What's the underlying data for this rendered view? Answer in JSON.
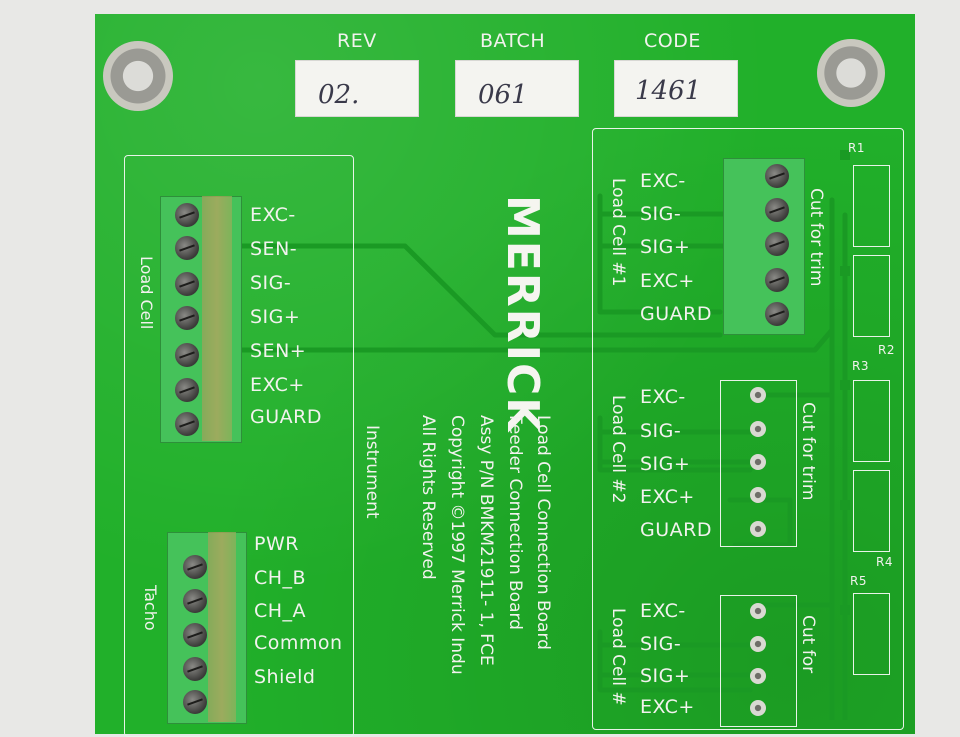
{
  "header_labels": {
    "rev": "REV",
    "batch": "BATCH",
    "code": "CODE",
    "rev_value": "02.",
    "batch_value": "061",
    "code_value": "1461"
  },
  "load_cell_block": {
    "title": "Load Cell",
    "terminals": [
      "EXC-",
      "SEN-",
      "SIG-",
      "SIG+",
      "SEN+",
      "EXC+",
      "GUARD"
    ]
  },
  "instrument_label": "Instrument",
  "tacho_block": {
    "title": "Tacho",
    "terminals": [
      "PWR",
      "CH_B",
      "CH_A",
      "Common",
      "Shield"
    ]
  },
  "logo": "MERRICK",
  "board_text": [
    "Load Cell Connection Board",
    "Feeder Connection Board",
    "Assy P/N BMKM21911- 1, FCE",
    "Copyright ©1997 Merrick Indu",
    "All Rights Reserved"
  ],
  "load_cell_1": {
    "title": "Load Cell #1",
    "terminals": [
      "EXC-",
      "SIG-",
      "SIG+",
      "EXC+",
      "GUARD"
    ],
    "trim_note": "Cut for trim"
  },
  "load_cell_2": {
    "title": "Load Cell #2",
    "terminals": [
      "EXC-",
      "SIG-",
      "SIG+",
      "EXC+",
      "GUARD"
    ],
    "trim_note": "Cut for trim"
  },
  "load_cell_3": {
    "title": "Load Cell #",
    "terminals": [
      "EXC-",
      "SIG-",
      "SIG+",
      "EXC+"
    ],
    "trim_note": "Cut for"
  },
  "resistor_labels": [
    "R1",
    "R2",
    "R3",
    "R4",
    "R5"
  ]
}
